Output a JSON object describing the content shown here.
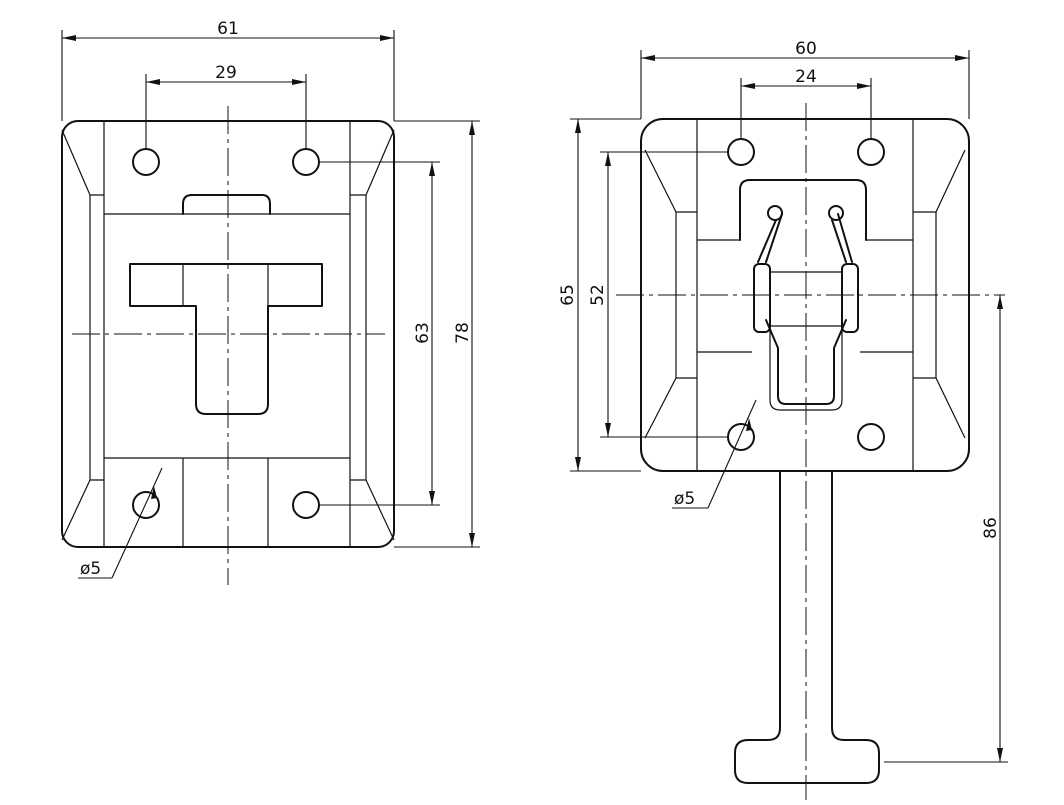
{
  "left_view": {
    "dims": {
      "overall_width": "61",
      "hole_spacing_x": "29",
      "hole_spacing_y": "63",
      "overall_height": "78",
      "hole_diameter": "ø5"
    }
  },
  "right_view": {
    "dims": {
      "overall_width": "60",
      "hole_spacing_x": "24",
      "overall_height": "65",
      "hole_spacing_y": "52",
      "hole_diameter": "ø5",
      "hook_reach": "86"
    }
  }
}
